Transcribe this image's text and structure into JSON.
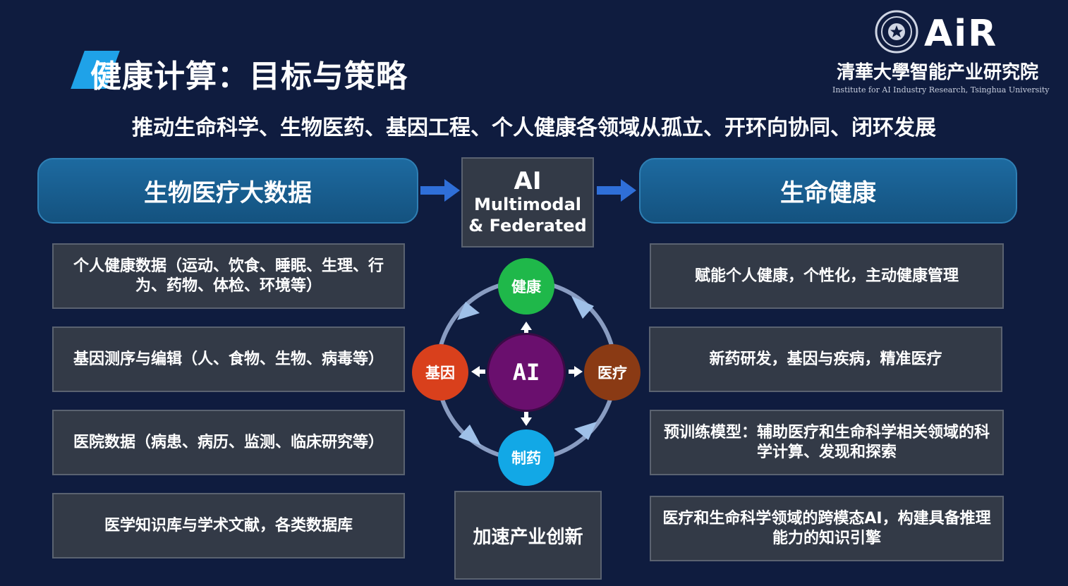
{
  "slide": {
    "title": "健康计算：目标与策略",
    "subtitle": "推动生命科学、生物医药、基因工程、个人健康各领域从孤立、开环向协同、闭环发展"
  },
  "logo": {
    "brand": "AiR",
    "institute_cn": "清華大學智能产业研究院",
    "institute_en": "Institute for AI Industry Research, Tsinghua University"
  },
  "left_column": {
    "header": "生物医疗大数据",
    "items": [
      "个人健康数据（运动、饮食、睡眠、生理、行为、药物、体检、环境等）",
      "基因测序与编辑（人、食物、生物、病毒等）",
      "医院数据（病患、病历、监测、临床研究等）",
      "医学知识库与学术文献，各类数据库"
    ]
  },
  "center": {
    "ai_title": "AI",
    "ai_sub1": "Multimodal",
    "ai_sub2": "& Federated",
    "hub_label": "AI",
    "nodes": {
      "top": "健康",
      "right": "医疗",
      "bottom": "制药",
      "left": "基因"
    },
    "bottom_box": "加速产业创新"
  },
  "right_column": {
    "header": "生命健康",
    "items": [
      "赋能个人健康，个性化，主动健康管理",
      "新药研发，基因与疾病，精准医疗",
      "预训练模型：辅助医疗和生命科学相关领域的科学计算、发现和探索",
      "医疗和生命科学领域的跨模态AI，构建具备推理能力的知识引擎"
    ]
  },
  "colors": {
    "background": "#0f1c3f",
    "accent": "#1fa2e8",
    "header_box": "#1d6aa0",
    "content_box": "#333a47",
    "node_health": "#1fb84a",
    "node_medical": "#8a3a14",
    "node_pharma": "#12a8e6",
    "node_gene": "#d9401c",
    "hub": "#6a0f6e"
  }
}
